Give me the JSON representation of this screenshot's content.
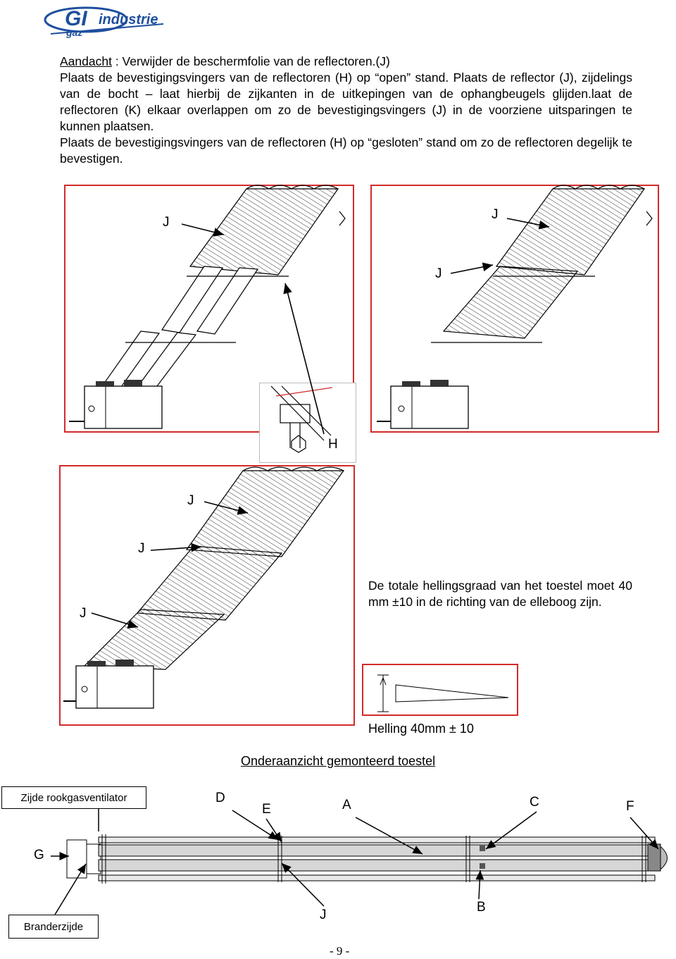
{
  "logo": {
    "text_top": "GI",
    "text_main": "industrie",
    "text_sub": "gaz"
  },
  "instructions": {
    "attention_label": "Aandacht",
    "line1_rest": " : Verwijder de beschermfolie van de reflectoren.(J)",
    "line2": "Plaats de bevestigingsvingers van de reflectoren (H) op “open” stand. Plaats de reflector (J), zijdelings van de bocht – laat hierbij de zijkanten in de uitkepingen van de ophangbeugels glijden.laat de reflectoren (K) elkaar overlappen om zo de bevestigingsvingers (J) in de voorziene uitsparingen te kunnen plaatsen.",
    "line3": "Plaats de bevestigingsvingers van de reflectoren (H) op “gesloten” stand om zo de reflectoren degelijk te bevestigen."
  },
  "figure_labels": {
    "j1": "J",
    "j2": "J",
    "j3": "J",
    "j4": "J",
    "j5": "J",
    "j6": "J",
    "h": "H"
  },
  "slope_note": "De totale hellingsgraad van het toestel moet 40 mm ±10 in de richting van de elleboog zijn.",
  "slope_caption": "Helling 40mm ± 10",
  "bottom_view_title": "Onderaanzicht gemonteerd toestel",
  "bottom_labels": {
    "fan_side": "Zijde rookgasventilator",
    "burner_side": "Branderzijde",
    "d": "D",
    "e": "E",
    "a": "A",
    "c": "C",
    "f": "F",
    "g": "G",
    "j": "J",
    "b": "B"
  },
  "page_number": "- 9 -"
}
